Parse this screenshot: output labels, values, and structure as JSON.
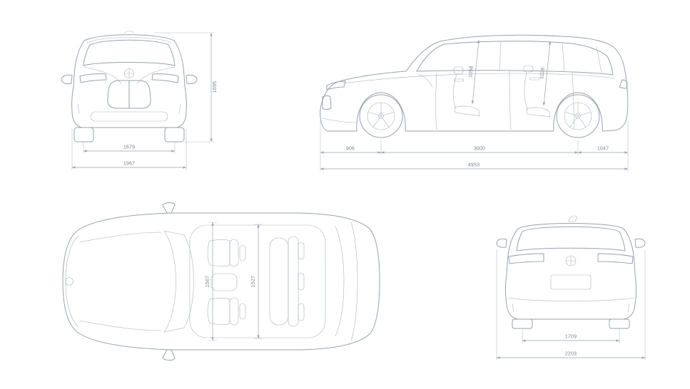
{
  "colors": {
    "line": "#98a2ae",
    "text": "#79828e",
    "background": "#ffffff"
  },
  "views": {
    "front": {
      "height": "1695",
      "track_width": "1679",
      "overall_width": "1967"
    },
    "side": {
      "front_overhang": "906",
      "wheelbase": "3000",
      "rear_overhang": "1047",
      "overall_length": "4953",
      "front_headroom": "1058",
      "rear_headroom": "1026"
    },
    "top": {
      "front_interior_width": "1567",
      "rear_interior_width": "1527"
    },
    "rear": {
      "track_width": "1709",
      "overall_width_incl_mirrors": "2203"
    }
  }
}
